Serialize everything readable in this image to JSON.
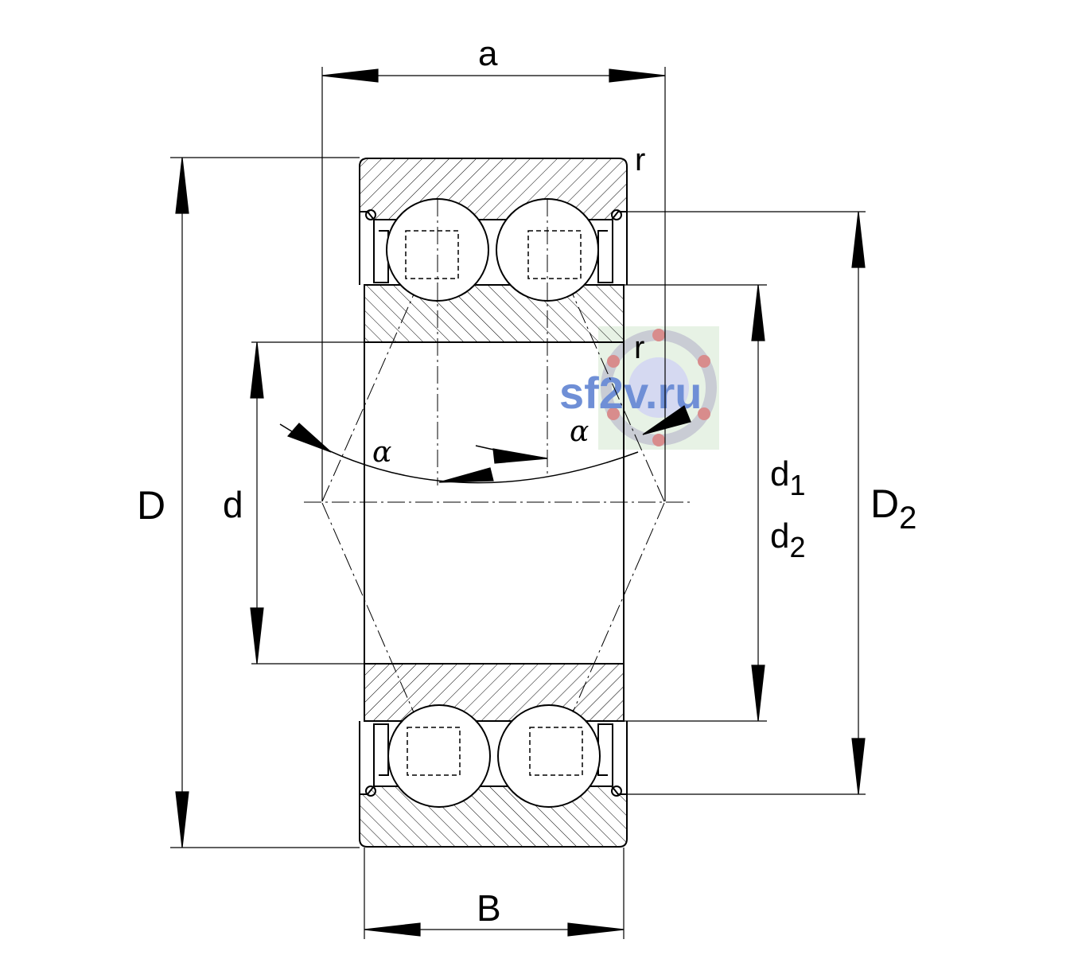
{
  "labels": {
    "a": "a",
    "B": "B",
    "D": "D",
    "d": "d",
    "d1_base": "d",
    "d1_sub": "1",
    "d2_base": "d",
    "d2_sub": "2",
    "D2_base": "D",
    "D2_sub": "2",
    "r_top": "r",
    "r_mid": "r",
    "alpha_left": "α",
    "alpha_right": "α"
  },
  "watermark": {
    "text": "sf2v.ru",
    "color": "#6f8fd6"
  },
  "icons": [
    "bearing-logo-icon"
  ]
}
